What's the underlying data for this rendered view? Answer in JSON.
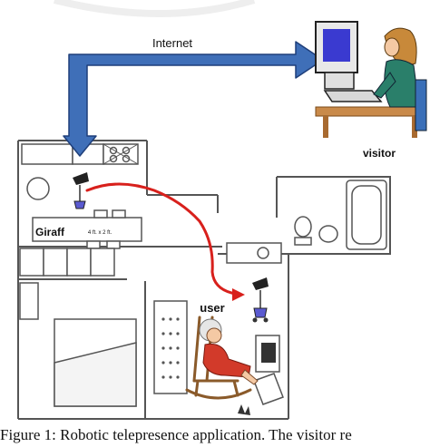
{
  "figure": {
    "labels": {
      "internet": "Internet",
      "visitor": "visitor",
      "robot": "Giraff",
      "user": "user",
      "table_note": "4 ft. x 2 ft."
    },
    "caption": "Figure 1: Robotic telepresence application. The visitor re",
    "colors": {
      "arrow_fill": "#3f6fb8",
      "arrow_stroke": "#1f3f7a",
      "path_red": "#d8201c",
      "wall": "#555555",
      "wall_light": "#f2f2f2",
      "monitor_screen": "#3a3ad0",
      "visitor_shirt": "#2a7f6a",
      "visitor_hair": "#c8893a",
      "desk_wood": "#c98a4a",
      "user_dress": "#d23a2a",
      "chair_wood": "#8a5a2a"
    },
    "icons": [
      "internet-arrow",
      "computer-icon",
      "visitor-person-icon",
      "robot-icon",
      "elderly-user-icon",
      "rocking-chair-icon",
      "floorplan"
    ]
  }
}
